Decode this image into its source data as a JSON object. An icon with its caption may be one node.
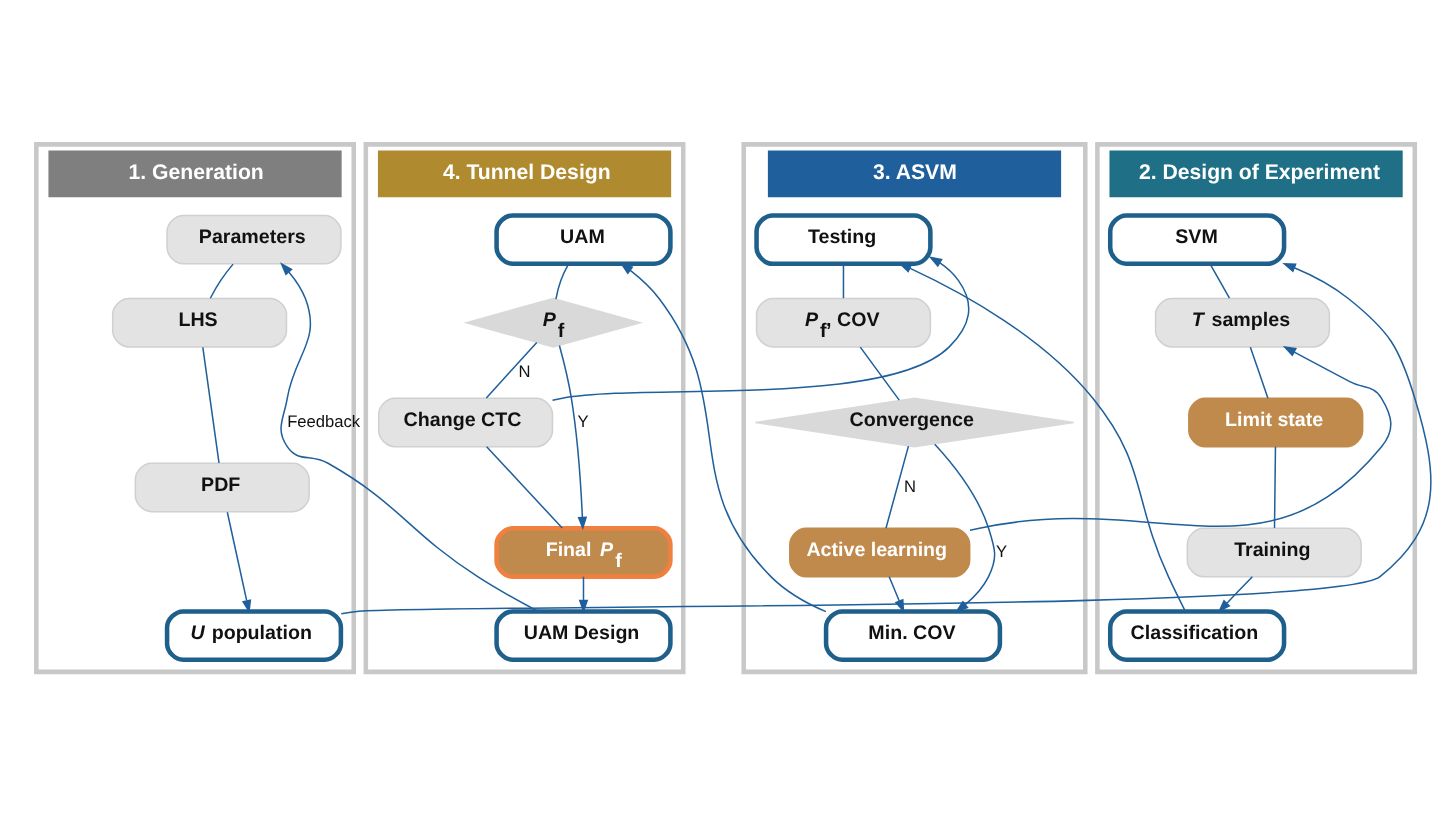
{
  "diagram": {
    "nodes": [
      {
        "text": [
          "1. Generation"
        ]
      },
      {
        "text": [
          "Parameters"
        ],
        "in": 0
      },
      {
        "text": [
          "LHS"
        ],
        "in": 0
      },
      {
        "text": [
          "PDF"
        ],
        "in": 0
      },
      {
        "text": [
          "*U* population"
        ],
        "in": 0
      },
      {
        "text": [
          "2. Design of Experiment"
        ]
      },
      {
        "text": [
          "SVM"
        ],
        "in": 5
      },
      {
        "text": [
          "*T* samples"
        ],
        "in": 5
      },
      {
        "text": [
          "Limit state"
        ],
        "in": 5
      },
      {
        "text": [
          "Training"
        ],
        "in": 5
      },
      {
        "text": [
          "Classification"
        ],
        "in": 5
      },
      {
        "text": [
          "3. ASVM"
        ]
      },
      {
        "text": [
          "Testing"
        ],
        "in": 11
      },
      {
        "text": [
          "*P*$_{f}$, COV"
        ],
        "in": 11
      },
      {
        "text": [
          "Convergence"
        ],
        "in": 11
      },
      {
        "text": [
          "Active learning"
        ],
        "in": 11
      },
      {
        "text": [
          "Min. COV"
        ],
        "in": 11
      },
      {
        "text": [
          "4. Tunnel Design"
        ]
      },
      {
        "text": [
          "UAM"
        ],
        "in": 17
      },
      {
        "text": [
          "*P*$_{f}$"
        ],
        "in": 17
      },
      {
        "text": [
          "Change CTC"
        ],
        "in": 17
      },
      {
        "text": [
          "Final *P*$_{f}$"
        ],
        "in": 17
      },
      {
        "text": [
          "UAM Design"
        ],
        "in": 17
      }
    ],
    "edges": [
      {
        "from": 1,
        "to": 2,
        "arrow": "none"
      },
      {
        "from": 2,
        "to": 3,
        "arrow": "none"
      },
      {
        "from": 3,
        "to": 4,
        "arrow": "to"
      },
      {
        "from": 4,
        "to": 6,
        "arrow": "to"
      },
      {
        "from": 6,
        "to": 7,
        "arrow": "none"
      },
      {
        "from": 7,
        "to": 8,
        "arrow": "none"
      },
      {
        "from": 8,
        "to": 9,
        "arrow": "none"
      },
      {
        "from": 9,
        "to": 10,
        "arrow": "to"
      },
      {
        "from": 10,
        "to": 12,
        "arrow": "to"
      },
      {
        "from": 12,
        "to": 13,
        "arrow": "none"
      },
      {
        "from": 13,
        "to": 14,
        "arrow": "none"
      },
      {
        "from": 14,
        "to": 15,
        "arrow": "none",
        "label": "N"
      },
      {
        "from": 14,
        "to": 16,
        "arrow": "to",
        "label": "Y"
      },
      {
        "from": 15,
        "to": 16,
        "arrow": "to"
      },
      {
        "from": 15,
        "to": 7,
        "arrow": "to"
      },
      {
        "from": 16,
        "to": 18,
        "arrow": "to"
      },
      {
        "from": 18,
        "to": 19,
        "arrow": "none"
      },
      {
        "from": 19,
        "to": 20,
        "arrow": "none",
        "label": "N"
      },
      {
        "from": 20,
        "to": 12,
        "arrow": "to"
      },
      {
        "from": 19,
        "to": 21,
        "arrow": "to",
        "label": "Y"
      },
      {
        "from": 20,
        "to": 21,
        "arrow": "none"
      },
      {
        "from": 21,
        "to": 22,
        "arrow": "to"
      },
      {
        "from": 22,
        "to": 1,
        "arrow": "to",
        "label": "Feedback"
      }
    ]
  }
}
